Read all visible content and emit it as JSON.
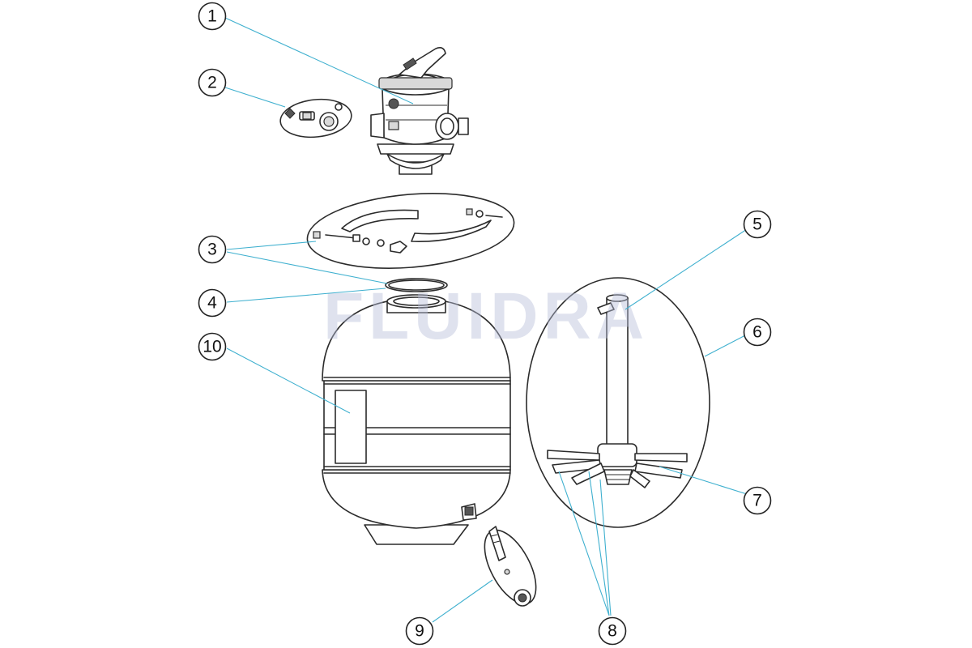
{
  "watermark": "FLUIDRA",
  "callouts": [
    "1",
    "2",
    "3",
    "4",
    "5",
    "6",
    "7",
    "8",
    "9",
    "10"
  ],
  "colors": {
    "leader": "#3fb0cf",
    "outline": "#2b2b2b",
    "watermark": "#b8bfd9"
  }
}
